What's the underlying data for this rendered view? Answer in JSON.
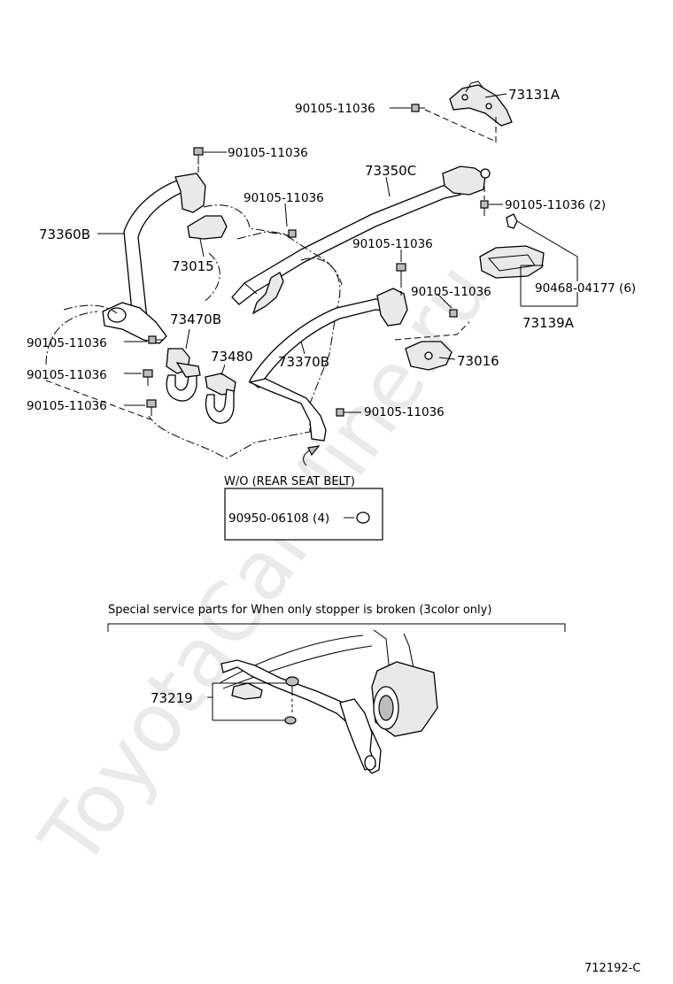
{
  "watermark": "ToyotaCarMine.ru",
  "parts": {
    "p73131A": "73131A",
    "p73350C": "73350C",
    "p73360B": "73360B",
    "p73015": "73015",
    "p73470B": "73470B",
    "p73480": "73480",
    "p73370B": "73370B",
    "p73016": "73016",
    "p73139A": "73139A",
    "p73219": "73219"
  },
  "bolts": {
    "b1": "90105-11036",
    "b2": "90105-11036",
    "b3": "90105-11036",
    "b4": "90105-11036 (2)",
    "b5": "90105-11036",
    "b6": "90105-11036",
    "b7": "90105-11036",
    "b8": "90105-11036",
    "b9": "90105-11036",
    "b10": "90105-11036",
    "clip": "90468-04177 (6)"
  },
  "box": {
    "title": "W/O (REAR SEAT BELT)",
    "part": "90950-06108 (4)"
  },
  "service_note": "Special service parts for When only stopper is broken (3color only)",
  "diagram_code": "712192-C"
}
